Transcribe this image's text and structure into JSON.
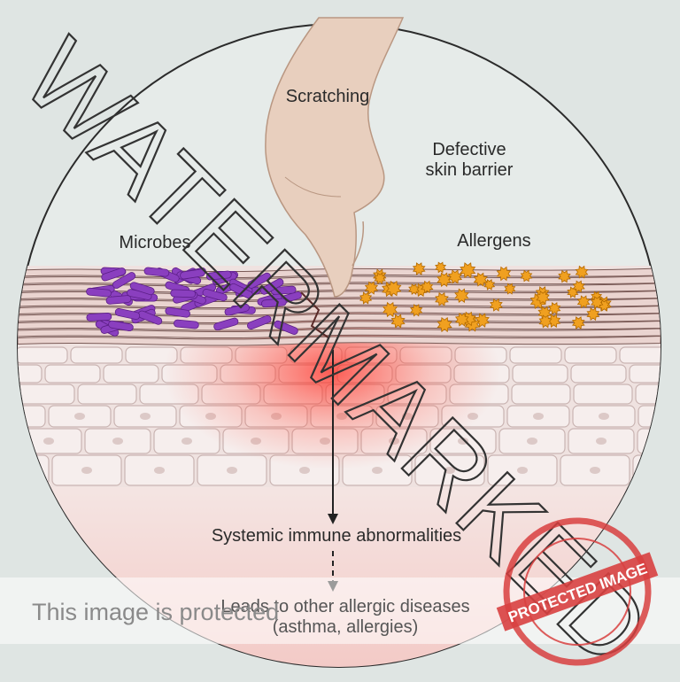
{
  "labels": {
    "scratching": "Scratching",
    "defective_line1": "Defective",
    "defective_line2": "skin barrier",
    "microbes": "Microbes",
    "allergens": "Allergens",
    "systemic": "Systemic immune abnormalities",
    "leads_line1": "Leads to other allergic diseases",
    "leads_line2": "(asthma, allergies)"
  },
  "overlay": {
    "watermark": "WATERMARKED",
    "banner": "This image is protected",
    "stamp": "PROTECTED IMAGE"
  },
  "colors": {
    "background": "#dfe5e3",
    "microbes": "#8a3fbf",
    "allergens": "#f0a020",
    "inflammation": "#e8302a",
    "stamp": "#d84040"
  }
}
